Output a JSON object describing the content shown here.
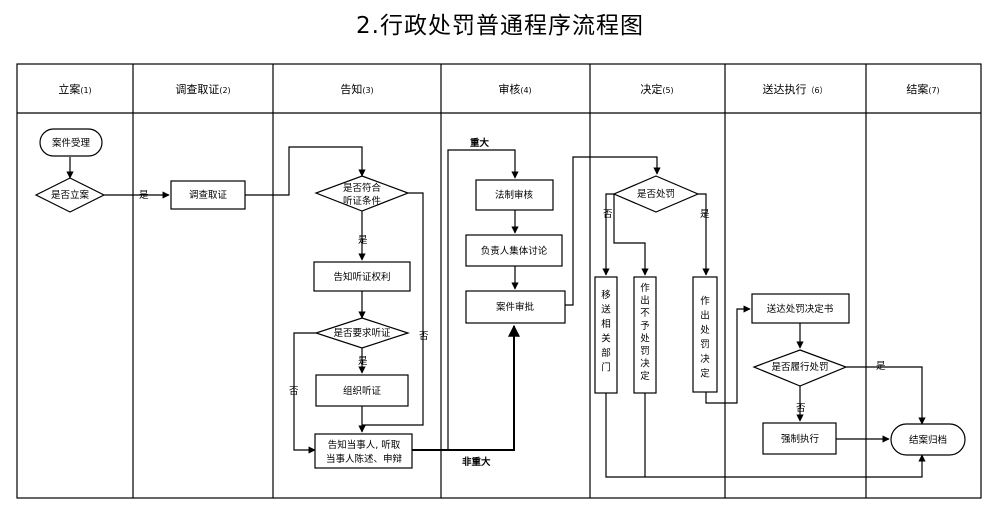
{
  "title": "2.行政处罚普通程序流程图",
  "lanes": [
    {
      "label": "立案",
      "num": "(1)"
    },
    {
      "label": "调查取证",
      "num": "(2)"
    },
    {
      "label": "告知",
      "num": "(3)"
    },
    {
      "label": "审核",
      "num": "(4)"
    },
    {
      "label": "决定",
      "num": "(5)"
    },
    {
      "label": "送达执行",
      "num": "（6）"
    },
    {
      "label": "结案",
      "num": "(7)"
    }
  ],
  "nodes": {
    "accept": "案件受理",
    "file_case": "是否立案",
    "investigate": "调查取证",
    "hearing_cond": [
      "是否符合",
      "听证条件"
    ],
    "notify_rights": "告知听证权利",
    "request_hearing": "是否要求听证",
    "organize_hearing": "组织听证",
    "notify_party": [
      "告知当事人, 听取",
      "当事人陈述、申辩"
    ],
    "legal_review": "法制审核",
    "group_discussion": "负责人集体讨论",
    "case_approval": "案件审批",
    "whether_punish": "是否处罚",
    "transfer": [
      "移",
      "送",
      "相",
      "关",
      "部",
      "门"
    ],
    "no_punish": [
      "作",
      "出",
      "不",
      "予",
      "处",
      "罚",
      "决",
      "定"
    ],
    "punish": [
      "作",
      "出",
      "处",
      "罚",
      "决",
      "定"
    ],
    "deliver": "送达处罚决定书",
    "whether_perform": "是否履行处罚",
    "enforce": "强制执行",
    "close": "结案归档"
  },
  "edge_labels": {
    "yes": "是",
    "no": "否",
    "major": "重大",
    "non_major": "非重大"
  }
}
